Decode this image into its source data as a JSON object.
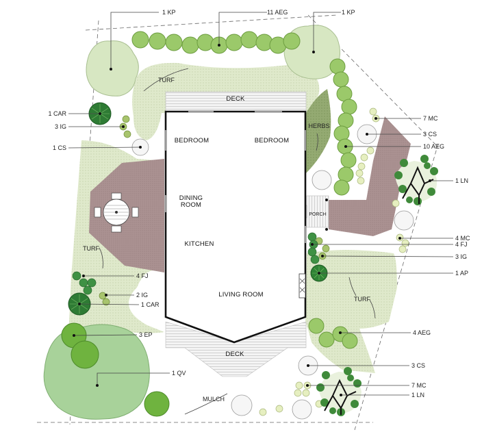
{
  "rooms": {
    "deck_top": "DECK",
    "deck_bottom": "DECK",
    "bedroom_1": "BEDROOM",
    "bedroom_2": "BEDROOM",
    "dining_line1": "DINING",
    "dining_line2": "ROOM",
    "kitchen": "KITCHEN",
    "living_room": "LIVING ROOM",
    "porch": "PORCH",
    "herbs": "HERBS"
  },
  "areas": {
    "turf_top": "TURF",
    "turf_left": "TURF",
    "turf_right": "TURF",
    "mulch": "MULCH"
  },
  "plant_labels": {
    "kp_left": "1 KP",
    "aeg_top": "11 AEG",
    "kp_right": "1 KP",
    "car_left": "1 CAR",
    "ig_left": "3 IG",
    "cs_left": "1 CS",
    "mc_right": "7 MC",
    "cs_right": "3 CS",
    "aeg_right": "10 AEG",
    "ln_right": "1 LN",
    "mc_mid": "4 MC",
    "fj_mid": "4 FJ",
    "ig_mid": "3 IG",
    "ap": "1 AP",
    "fj_left": "4 FJ",
    "ig_left2": "2 IG",
    "car_left2": "1 CAR",
    "ep": "3 EP",
    "aeg_lower": "4 AEG",
    "qv": "1 QV",
    "cs_lower": "3 CS",
    "mc_lower": "7 MC",
    "ln_lower": "1 LN"
  },
  "colors": {
    "turf": "#dde8c8",
    "paver": "#a88f8f",
    "herbs": "#93a971",
    "tree_light": "#d7e7c2",
    "tree_green": "#9bc98f",
    "shrub": "#8fc04a",
    "dark_shrub": "#2f7d35",
    "deck": "#f2f2f2"
  }
}
